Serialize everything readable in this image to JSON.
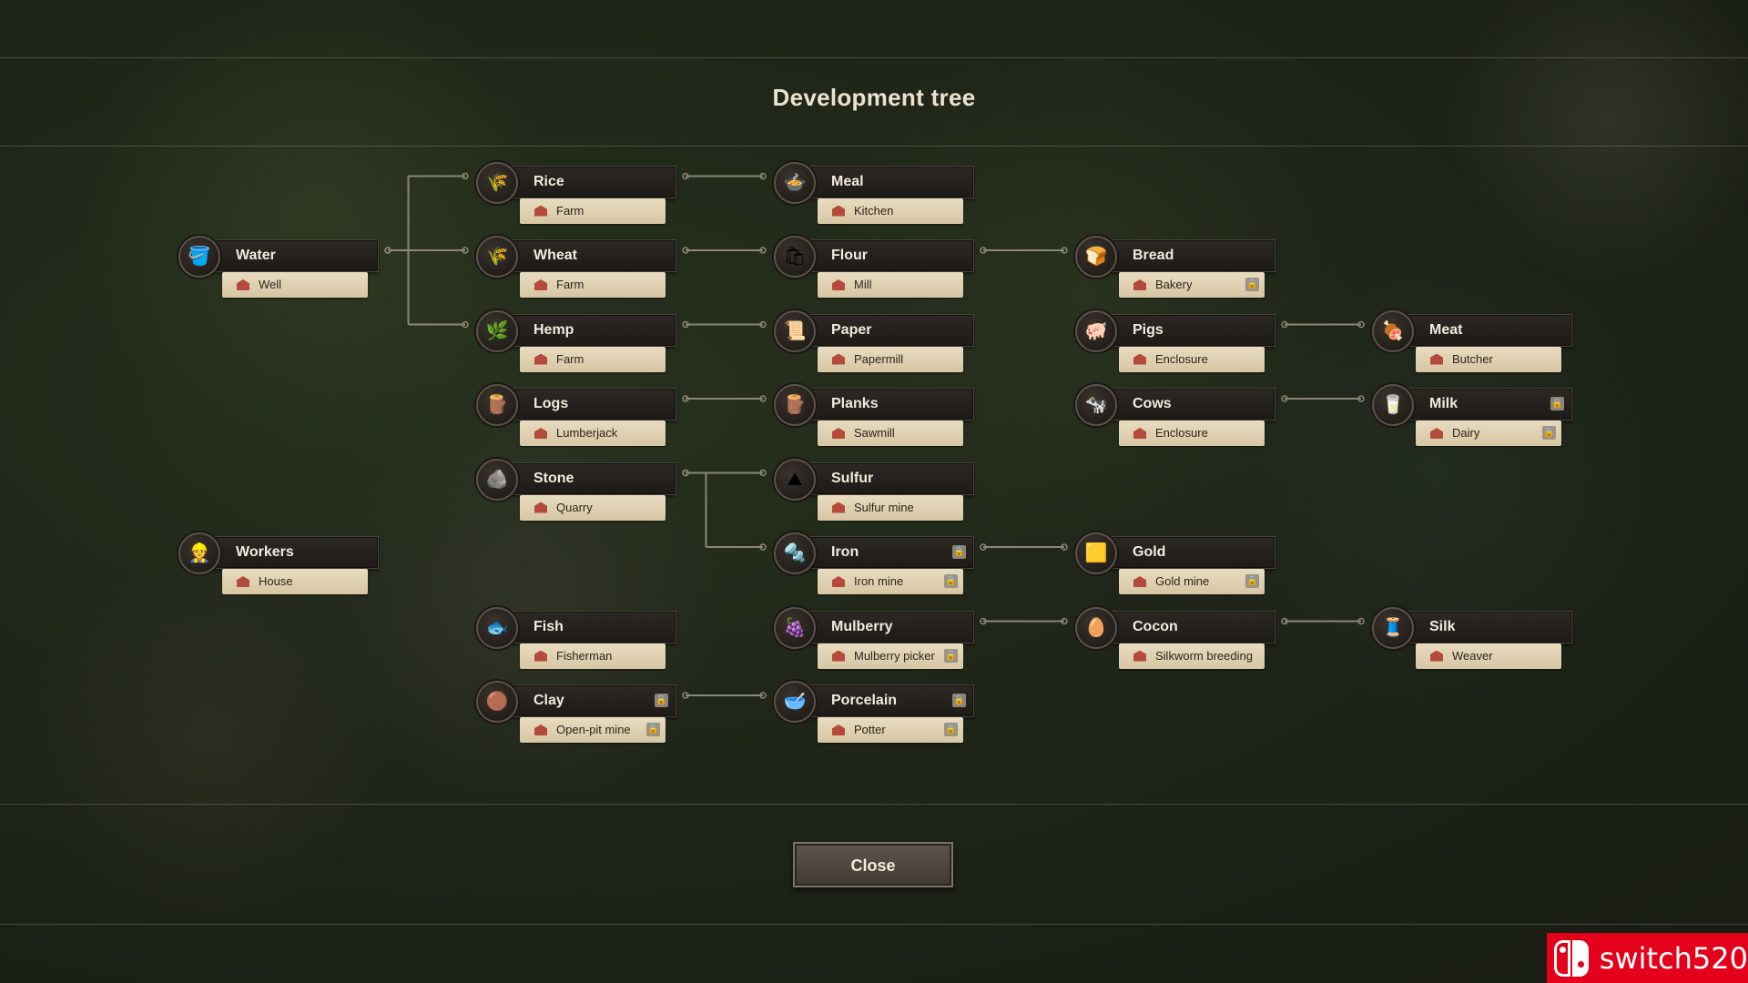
{
  "window": {
    "title": "Development tree"
  },
  "buttons": {
    "close_label": "Close"
  },
  "watermark": {
    "text": "switch520"
  },
  "colors": {
    "accent_building": "#b5493b",
    "panel_dark": "#1d1a17",
    "parchment": "#e8dcc0"
  },
  "nodes": [
    {
      "id": "water",
      "name": "Water",
      "icon": "water-bucket-icon",
      "glyph": "🪣",
      "building": "Well",
      "locked": false,
      "building_locked": false
    },
    {
      "id": "workers",
      "name": "Workers",
      "icon": "worker-hat-icon",
      "glyph": "👷",
      "building": "House",
      "locked": false,
      "building_locked": false
    },
    {
      "id": "rice",
      "name": "Rice",
      "icon": "rice-icon",
      "glyph": "🌾",
      "building": "Farm",
      "locked": false,
      "building_locked": false
    },
    {
      "id": "wheat",
      "name": "Wheat",
      "icon": "wheat-icon",
      "glyph": "🌾",
      "building": "Farm",
      "locked": false,
      "building_locked": false
    },
    {
      "id": "hemp",
      "name": "Hemp",
      "icon": "hemp-leaf-icon",
      "glyph": "🌿",
      "building": "Farm",
      "locked": false,
      "building_locked": false
    },
    {
      "id": "logs",
      "name": "Logs",
      "icon": "log-icon",
      "glyph": "🪵",
      "building": "Lumberjack",
      "locked": false,
      "building_locked": false
    },
    {
      "id": "stone",
      "name": "Stone",
      "icon": "stone-block-icon",
      "glyph": "🪨",
      "building": "Quarry",
      "locked": false,
      "building_locked": false
    },
    {
      "id": "fish",
      "name": "Fish",
      "icon": "fish-icon",
      "glyph": "🐟",
      "building": "Fisherman",
      "locked": false,
      "building_locked": false
    },
    {
      "id": "clay",
      "name": "Clay",
      "icon": "clay-ball-icon",
      "glyph": "🟤",
      "building": "Open-pit mine",
      "locked": true,
      "building_locked": true
    },
    {
      "id": "meal",
      "name": "Meal",
      "icon": "meal-bowl-icon",
      "glyph": "🍲",
      "building": "Kitchen",
      "locked": false,
      "building_locked": false
    },
    {
      "id": "flour",
      "name": "Flour",
      "icon": "flour-sack-icon",
      "glyph": "🛍",
      "building": "Mill",
      "locked": false,
      "building_locked": false
    },
    {
      "id": "paper",
      "name": "Paper",
      "icon": "paper-scroll-icon",
      "glyph": "📜",
      "building": "Papermill",
      "locked": false,
      "building_locked": false
    },
    {
      "id": "planks",
      "name": "Planks",
      "icon": "plank-icon",
      "glyph": "🪵",
      "building": "Sawmill",
      "locked": false,
      "building_locked": false
    },
    {
      "id": "sulfur",
      "name": "Sulfur",
      "icon": "sulfur-pile-icon",
      "glyph": "⛰",
      "building": "Sulfur mine",
      "locked": false,
      "building_locked": false
    },
    {
      "id": "iron",
      "name": "Iron",
      "icon": "iron-ingot-icon",
      "glyph": "🔩",
      "building": "Iron mine",
      "locked": true,
      "building_locked": true
    },
    {
      "id": "mulberry",
      "name": "Mulberry",
      "icon": "mulberry-icon",
      "glyph": "🍇",
      "building": "Mulberry picker",
      "locked": false,
      "building_locked": true
    },
    {
      "id": "porcelain",
      "name": "Porcelain",
      "icon": "porcelain-bowl-icon",
      "glyph": "🥣",
      "building": "Potter",
      "locked": true,
      "building_locked": true
    },
    {
      "id": "bread",
      "name": "Bread",
      "icon": "bread-icon",
      "glyph": "🍞",
      "building": "Bakery",
      "locked": false,
      "building_locked": true
    },
    {
      "id": "pigs",
      "name": "Pigs",
      "icon": "pig-icon",
      "glyph": "🐖",
      "building": "Enclosure",
      "locked": false,
      "building_locked": false
    },
    {
      "id": "cows",
      "name": "Cows",
      "icon": "cow-icon",
      "glyph": "🐄",
      "building": "Enclosure",
      "locked": false,
      "building_locked": false
    },
    {
      "id": "gold",
      "name": "Gold",
      "icon": "gold-bar-icon",
      "glyph": "🟨",
      "building": "Gold mine",
      "locked": false,
      "building_locked": true
    },
    {
      "id": "cocon",
      "name": "Cocon",
      "icon": "cocoon-icon",
      "glyph": "🥚",
      "building": "Silkworm breeding",
      "locked": false,
      "building_locked": false
    },
    {
      "id": "meat",
      "name": "Meat",
      "icon": "meat-icon",
      "glyph": "🍖",
      "building": "Butcher",
      "locked": false,
      "building_locked": false
    },
    {
      "id": "milk",
      "name": "Milk",
      "icon": "milk-jug-icon",
      "glyph": "🥛",
      "building": "Dairy",
      "locked": true,
      "building_locked": true
    },
    {
      "id": "silk",
      "name": "Silk",
      "icon": "silk-roll-icon",
      "glyph": "🧵",
      "building": "Weaver",
      "locked": false,
      "building_locked": false
    }
  ],
  "links": [
    [
      "water",
      "rice"
    ],
    [
      "water",
      "wheat"
    ],
    [
      "water",
      "hemp"
    ],
    [
      "rice",
      "meal"
    ],
    [
      "wheat",
      "flour"
    ],
    [
      "hemp",
      "paper"
    ],
    [
      "logs",
      "planks"
    ],
    [
      "stone",
      "sulfur"
    ],
    [
      "stone",
      "iron"
    ],
    [
      "clay",
      "porcelain"
    ],
    [
      "flour",
      "bread"
    ],
    [
      "iron",
      "gold"
    ],
    [
      "mulberry",
      "cocon"
    ],
    [
      "pigs",
      "meat"
    ],
    [
      "cows",
      "milk"
    ],
    [
      "cocon",
      "silk"
    ]
  ]
}
